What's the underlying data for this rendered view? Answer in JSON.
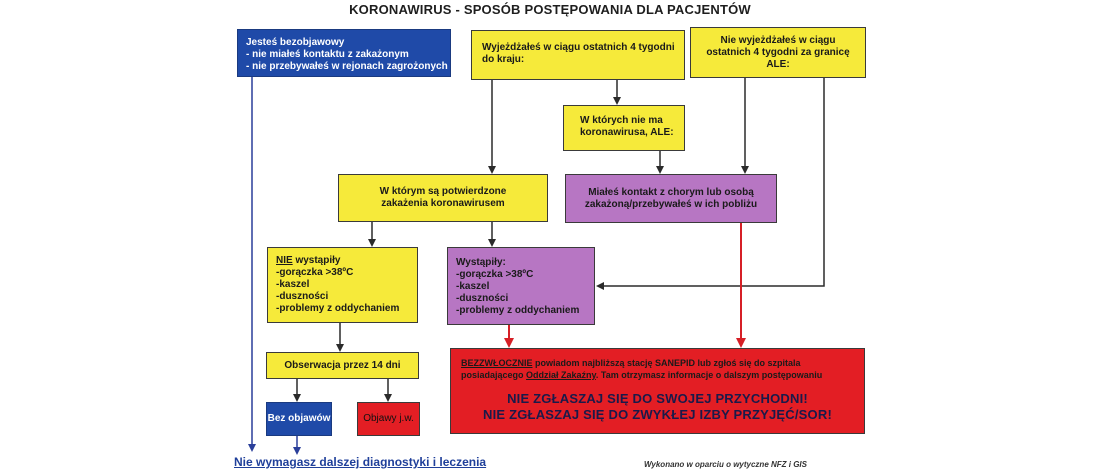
{
  "title": "KORONAWIRUS - SPOSÓB POSTĘPOWANIA DLA PACJENTÓW",
  "colors": {
    "yellow": "#f6ea3a",
    "blue": "#1f4aa8",
    "purple": "#b776c3",
    "red": "#e31e24",
    "arrow_dark": "#2b2b2b",
    "arrow_blue": "#2a3f9a",
    "arrow_red": "#d61f26"
  },
  "boxes": {
    "asymptomatic": {
      "lines": [
        "Jesteś bezobjawowy",
        "- nie miałeś kontaktu z zakażonym",
        "- nie przebywałeś w rejonach zagrożonych"
      ]
    },
    "travel_country": {
      "lines": [
        "Wyjeżdżałeś w ciągu ostatnich 4 tygodni",
        "do kraju:"
      ]
    },
    "no_travel": {
      "lines": [
        "Nie wyjeżdżałeś w ciągu",
        "ostatnich 4 tygodni za granicę",
        "ALE:"
      ]
    },
    "no_virus_country": {
      "lines": [
        "W których nie ma",
        "koronawirusa, ALE:"
      ]
    },
    "confirmed_country": {
      "lines": [
        "W którym są potwierdzone",
        "zakażenia koronawirusem"
      ]
    },
    "contact": {
      "lines": [
        "Miałeś kontakt z chorym lub osobą",
        "zakażoną/przebywałeś w ich pobliżu"
      ]
    },
    "no_symptoms": {
      "heading": "NIE",
      "heading_rest": " wystąpiły",
      "items": [
        "-gorączka >38ºC",
        "-kaszel",
        "-duszności",
        "-problemy z oddychaniem"
      ]
    },
    "symptoms": {
      "heading": "Wystąpiły:",
      "items": [
        "-gorączka >38ºC",
        "-kaszel",
        "-duszności",
        "-problemy z oddychaniem"
      ]
    },
    "observation": {
      "text": "Obserwacja przez 14 dni"
    },
    "no_symptoms_result": {
      "text": "Bez objawów"
    },
    "symptoms_result": {
      "text": "Objawy j.w."
    },
    "urgent": {
      "lead": "BEZZWŁOCZNIE",
      "line1_rest": " powiadom najbliższą stację SANEPID lub zgłoś się do szpitala",
      "line2_a": "posiadającego ",
      "line2_link": "Oddział Zakaźny",
      "line2_b": ". Tam otrzymasz informacje o dalszym postępowaniu",
      "warning1": "NIE ZGŁASZAJ SIĘ DO SWOJEJ PRZYCHODNI!",
      "warning2": "NIE ZGŁASZAJ SIĘ DO ZWYKŁEJ IZBY PRZYJĘĆ/SOR!"
    }
  },
  "footer": {
    "left": "Nie wymagasz dalszej diagnostyki i leczenia",
    "right": "Wykonano w oparciu o wytyczne NFZ i GIS"
  }
}
